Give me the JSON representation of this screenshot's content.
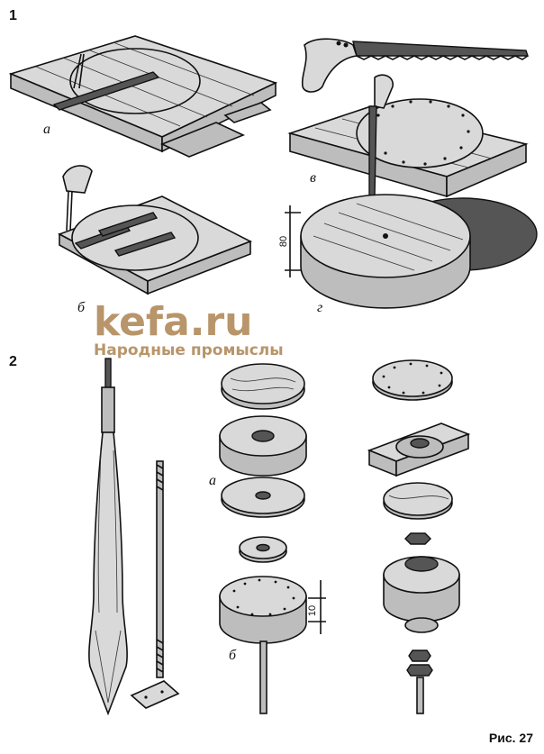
{
  "figure_numbers": {
    "part1": "1",
    "part2": "2"
  },
  "labels_part1": {
    "a": "а",
    "b": "б",
    "v": "в",
    "g": "г"
  },
  "labels_part2": {
    "a": "а",
    "b": "б"
  },
  "dimensions": {
    "disk_height": "80",
    "small_dim": "10"
  },
  "watermark": {
    "site": "kefa.ru",
    "tagline": "Народные промыслы"
  },
  "caption": "Рис. 27"
}
